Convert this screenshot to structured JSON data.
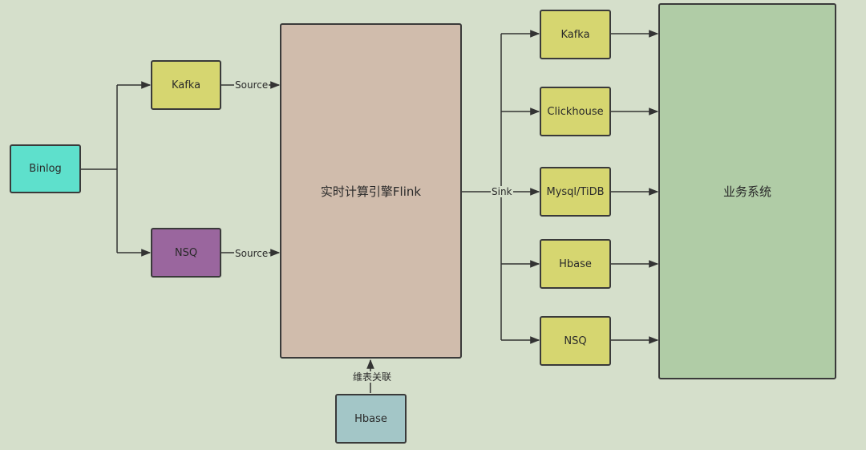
{
  "colors": {
    "background": "#d5dfcb",
    "binlog": "#5ee0cc",
    "kafka": "#d6d670",
    "nsq_source": "#9a669e",
    "flink": "#d0bcac",
    "hbase_dim": "#a3c6c7",
    "sink": "#d6d670",
    "business": "#b0cca6",
    "line": "#333333"
  },
  "nodes": {
    "binlog": "Binlog",
    "kafka_source": "Kafka",
    "nsq_source": "NSQ",
    "flink": "实时计算引擎Flink",
    "hbase_dim": "Hbase",
    "sink_kafka": "Kafka",
    "sink_clickhouse": "Clickhouse",
    "sink_mysql": "Mysql/TiDB",
    "sink_hbase": "Hbase",
    "sink_nsq": "NSQ",
    "business": "业务系统"
  },
  "edges": {
    "source_kafka": "Source",
    "source_nsq": "Source",
    "sink": "Sink",
    "dim_join": "维表关联"
  }
}
